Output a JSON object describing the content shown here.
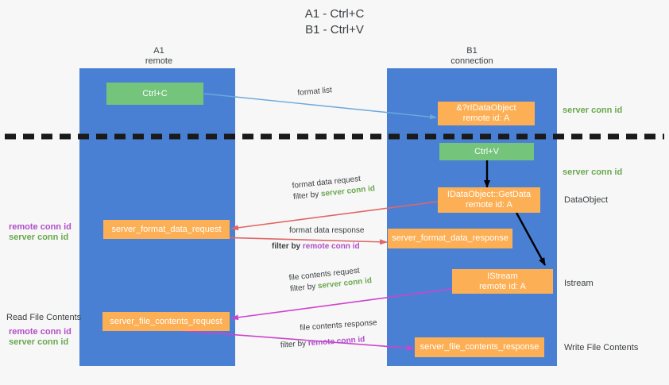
{
  "title": {
    "line1": "A1 - Ctrl+C",
    "line2": "B1 - Ctrl+V"
  },
  "lanes": [
    {
      "name": "A1",
      "subtitle": "remote",
      "color": "#4a80d4"
    },
    {
      "name": "B1",
      "subtitle": "connection",
      "color": "#4a80d4"
    }
  ],
  "colors": {
    "lane": "#4a80d4",
    "green_box": "#74c47c",
    "orange_box": "#fcaf54",
    "server_conn_id": "#6aa84f",
    "remote_conn_id": "#b14ec9",
    "arrow_blue": "#6aa8dc",
    "arrow_red": "#e06666",
    "arrow_magenta": "#cc44cc",
    "arrow_black": "#000000",
    "page_bg": "#f7f7f7"
  },
  "boxes": {
    "ctrl_c": {
      "line1": "Ctrl+C",
      "line2": ""
    },
    "idataobject_copy": {
      "line1": "&?rIDataObject",
      "line2": "remote id: A"
    },
    "ctrl_v": {
      "line1": "Ctrl+V",
      "line2": ""
    },
    "idataobject_getdata": {
      "line1": "IDataObject::GetData",
      "line2": "remote id: A"
    },
    "server_format_data_request": {
      "line1": "server_format_data_request",
      "line2": ""
    },
    "server_format_data_response": {
      "line1": "server_format_data_response",
      "line2": ""
    },
    "istream": {
      "line1": "IStream",
      "line2": "remote id: A"
    },
    "server_file_contents_request": {
      "line1": "server_file_contents_request",
      "line2": ""
    },
    "server_file_contents_response": {
      "line1": "server_file_contents_response",
      "line2": ""
    }
  },
  "right_labels": {
    "server_conn_id_top": "server conn id",
    "server_conn_id_mid": "server conn id",
    "dataobject": "DataObject",
    "istream": "Istream",
    "write_file_contents": "Write File Contents"
  },
  "left_labels": {
    "remote_conn_id_1": "remote conn id",
    "server_conn_id_1": "server conn id",
    "read_file_contents": "Read File Contents",
    "remote_conn_id_2": "remote conn id",
    "server_conn_id_2": "server conn id"
  },
  "edges": {
    "format_list": {
      "text": "format list"
    },
    "format_data_request": {
      "line1": "format data request",
      "filter_prefix": "filter by ",
      "filter_value": "server conn id"
    },
    "format_data_response": {
      "line1": "format data response",
      "filter_prefix": "filter by ",
      "filter_value": "remote conn id"
    },
    "file_contents_request": {
      "line1": "file contents request",
      "filter_prefix": "filter by ",
      "filter_value": "server conn id"
    },
    "file_contents_response": {
      "line1": "file contents response",
      "filter_prefix": "filter by ",
      "filter_value": "remote conn id"
    }
  }
}
